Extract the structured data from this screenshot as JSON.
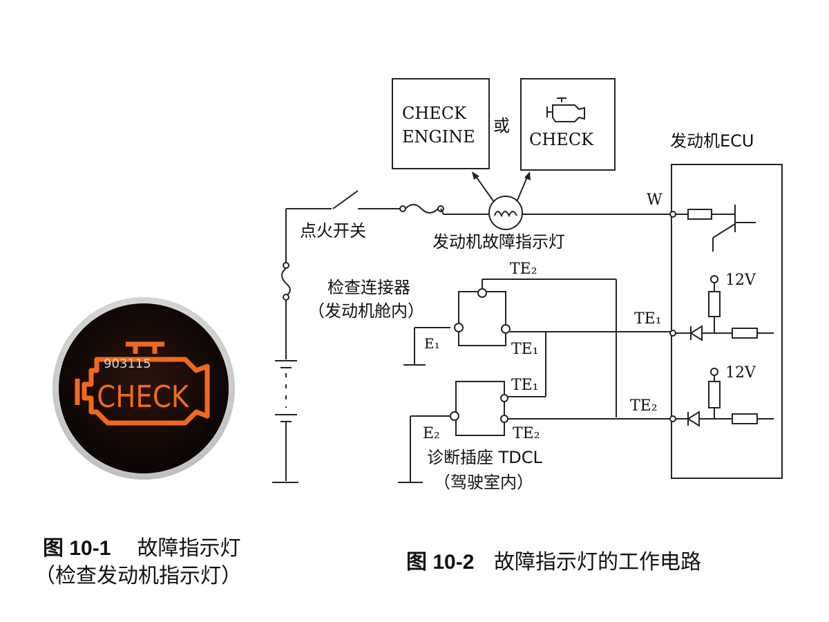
{
  "colors": {
    "lamp_glow": "#f06a1e",
    "lamp_bg": "#1a0c08",
    "ring": "#d9d9d9"
  },
  "photo": {
    "watermark": "903115",
    "check_text": "CHECK"
  },
  "captions": {
    "fig1_num": "图 10-1",
    "fig1_title": "故障指示灯",
    "fig1_sub": "（检查发动机指示灯）",
    "fig2_num": "图 10-2",
    "fig2_title": "故障指示灯的工作电路"
  },
  "diagram": {
    "box_check_engine": [
      "CHECK",
      "ENGINE"
    ],
    "or": "或",
    "box_check": "CHECK",
    "ecu": "发动机ECU",
    "w": "W",
    "ignition_switch": "点火开关",
    "indicator_lamp": "发动机故障指示灯",
    "check_connector": "检查连接器",
    "check_connector_loc": "（发动机舱内）",
    "te2_top": "TE₂",
    "te1": "TE₁",
    "e1": "E₁",
    "te1_lower": "TE₁",
    "e2": "E₂",
    "te2_lower": "TE₂",
    "tdcl": "诊断插座 TDCL",
    "tdcl_loc": "（驾驶室内）",
    "v12_a": "12V",
    "v12_b": "12V",
    "ecu_te1": "TE₁",
    "ecu_te2": "TE₂"
  }
}
